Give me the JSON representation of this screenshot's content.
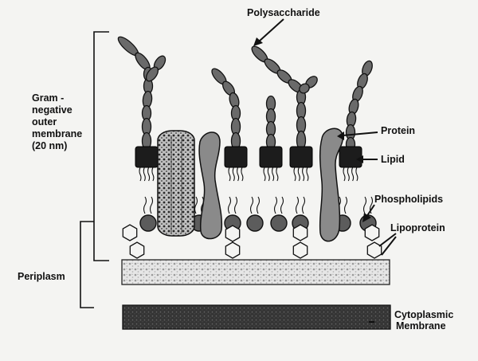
{
  "labels": {
    "polysaccharide": "Polysaccharide",
    "gram_line1": "Gram -",
    "gram_line2": "negative",
    "gram_line3": "outer",
    "gram_line4": "membrane",
    "gram_line5": "(20 nm)",
    "protein": "Protein",
    "lipid": "Lipid",
    "phospholipids": "Phospholipids",
    "lipoprotein": "Lipoprotein",
    "periplasm": "Periplasm",
    "cytoplasmic_line1": "Cytoplasmic",
    "cytoplasmic_line2": "Membrane"
  },
  "colors": {
    "background": "#f4f4f2",
    "ink": "#111111",
    "chain_bead": "#6a6a6a",
    "lipid_block": "#1c1c1c",
    "protein_fill": "#8a8a8a",
    "periplasm_fill": "#dcdcdc",
    "cytoplasmic_fill": "#3a3a3a"
  }
}
